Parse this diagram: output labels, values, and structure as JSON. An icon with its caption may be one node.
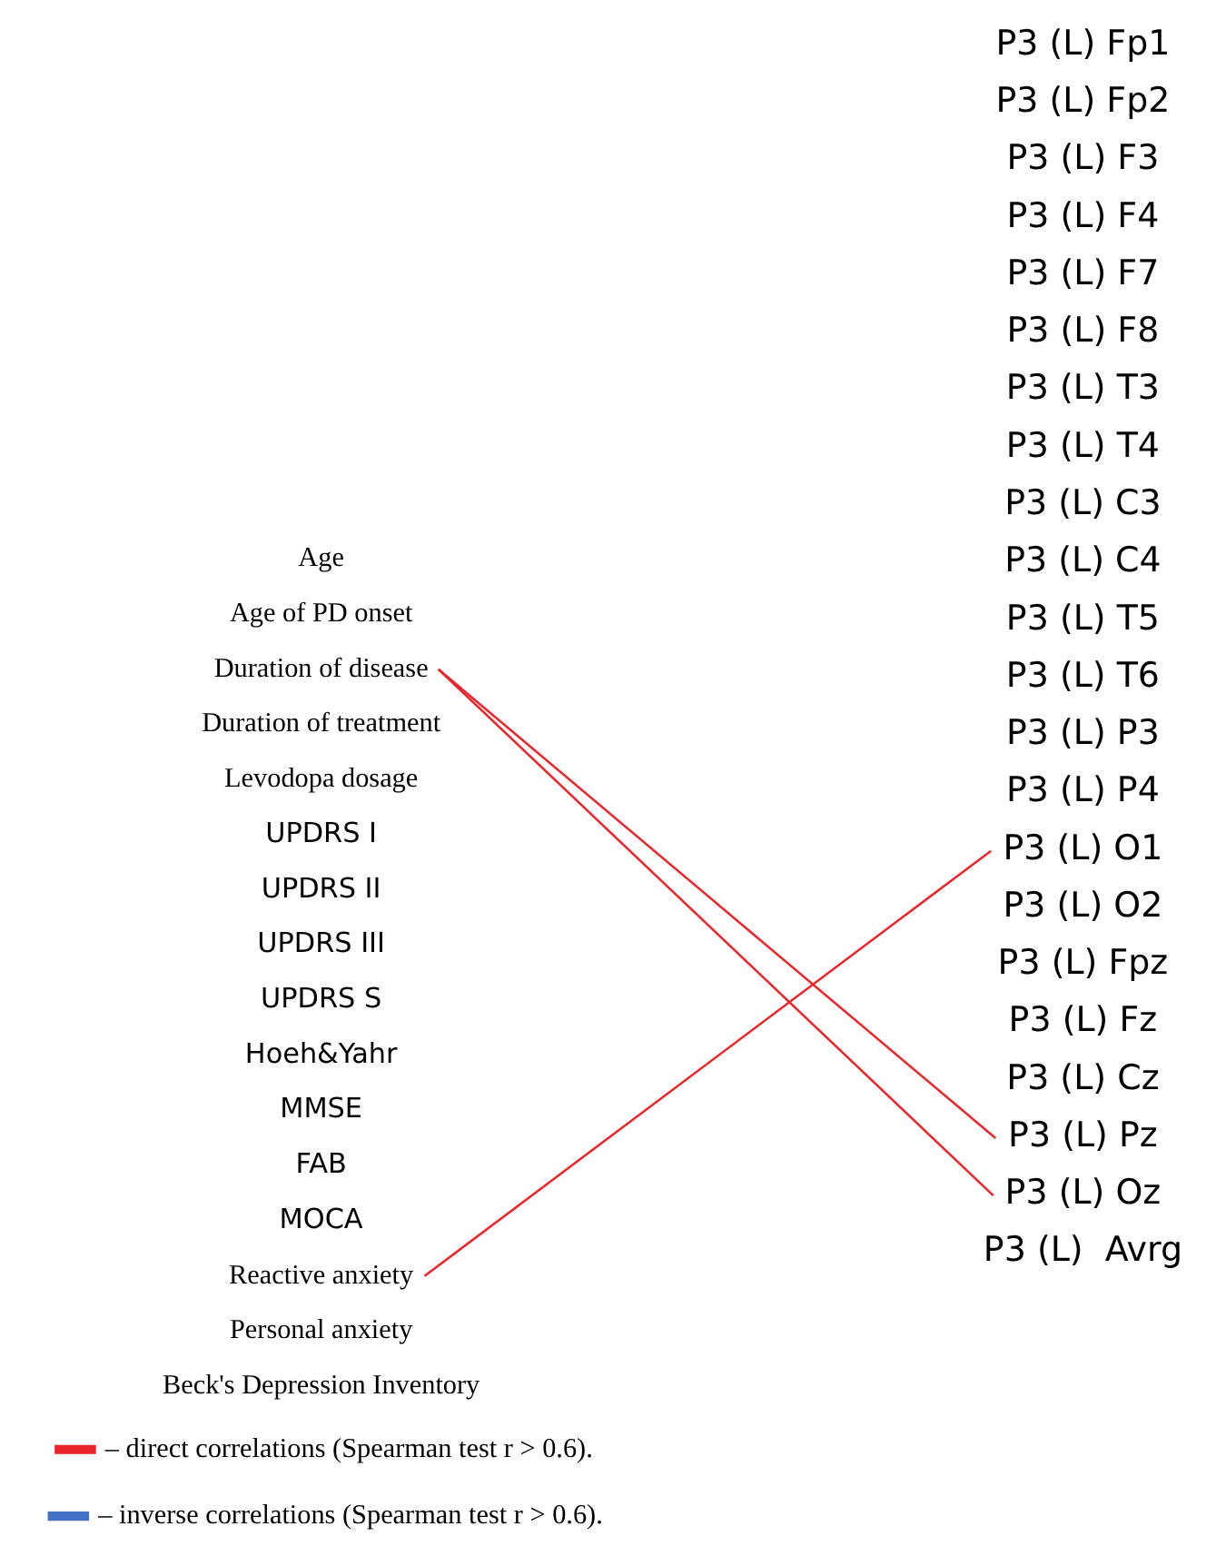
{
  "diagram": {
    "nodes": [
      {
        "text": [
          "Age"
        ]
      },
      {
        "text": [
          "Age of PD onset"
        ]
      },
      {
        "text": [
          "Duration of disease"
        ]
      },
      {
        "text": [
          "Duration of treatment"
        ]
      },
      {
        "text": [
          "Levodopa dosage"
        ]
      },
      {
        "text": [
          "UPDRS I"
        ]
      },
      {
        "text": [
          "UPDRS II"
        ]
      },
      {
        "text": [
          "UPDRS III"
        ]
      },
      {
        "text": [
          "UPDRS S"
        ]
      },
      {
        "text": [
          "Hoeh&Yahr"
        ]
      },
      {
        "text": [
          "MMSE"
        ]
      },
      {
        "text": [
          "FAB"
        ]
      },
      {
        "text": [
          "MOCA"
        ]
      },
      {
        "text": [
          "Reactive anxiety"
        ]
      },
      {
        "text": [
          "Personal anxiety"
        ]
      },
      {
        "text": [
          "Beck's Depression Inventory"
        ]
      },
      {
        "text": [
          "P3 (L) Fp1"
        ]
      },
      {
        "text": [
          "P3 (L) Fp2"
        ]
      },
      {
        "text": [
          "P3 (L) F3"
        ]
      },
      {
        "text": [
          "P3 (L) F4"
        ]
      },
      {
        "text": [
          "P3 (L) F7"
        ]
      },
      {
        "text": [
          "P3 (L) F8"
        ]
      },
      {
        "text": [
          "P3 (L) T3"
        ]
      },
      {
        "text": [
          "P3 (L) T4"
        ]
      },
      {
        "text": [
          "P3 (L) C3"
        ]
      },
      {
        "text": [
          "P3 (L) C4"
        ]
      },
      {
        "text": [
          "P3 (L) T5"
        ]
      },
      {
        "text": [
          "P3 (L) T6"
        ]
      },
      {
        "text": [
          "P3 (L) P3"
        ]
      },
      {
        "text": [
          "P3 (L) P4"
        ]
      },
      {
        "text": [
          "P3 (L) O1"
        ]
      },
      {
        "text": [
          "P3 (L) O2"
        ]
      },
      {
        "text": [
          "P3 (L) Fpz"
        ]
      },
      {
        "text": [
          "P3 (L) Fz"
        ]
      },
      {
        "text": [
          "P3 (L) Cz"
        ]
      },
      {
        "text": [
          "P3 (L) Pz"
        ]
      },
      {
        "text": [
          "P3 (L) Oz"
        ]
      },
      {
        "text": [
          "P3 (L)  Avrg"
        ]
      }
    ],
    "edges": [
      {
        "from": 2,
        "to": 35,
        "arrow": "none"
      },
      {
        "from": 2,
        "to": 36,
        "arrow": "none"
      },
      {
        "from": 13,
        "to": 30,
        "arrow": "none"
      }
    ],
    "legend": [
      {
        "text": "– direct correlations (Spearman test r > 0.6).",
        "color": "#e8262b"
      },
      {
        "text": "– inverse correlations (Spearman test r > 0.6).",
        "color": "#4472c4"
      }
    ]
  }
}
